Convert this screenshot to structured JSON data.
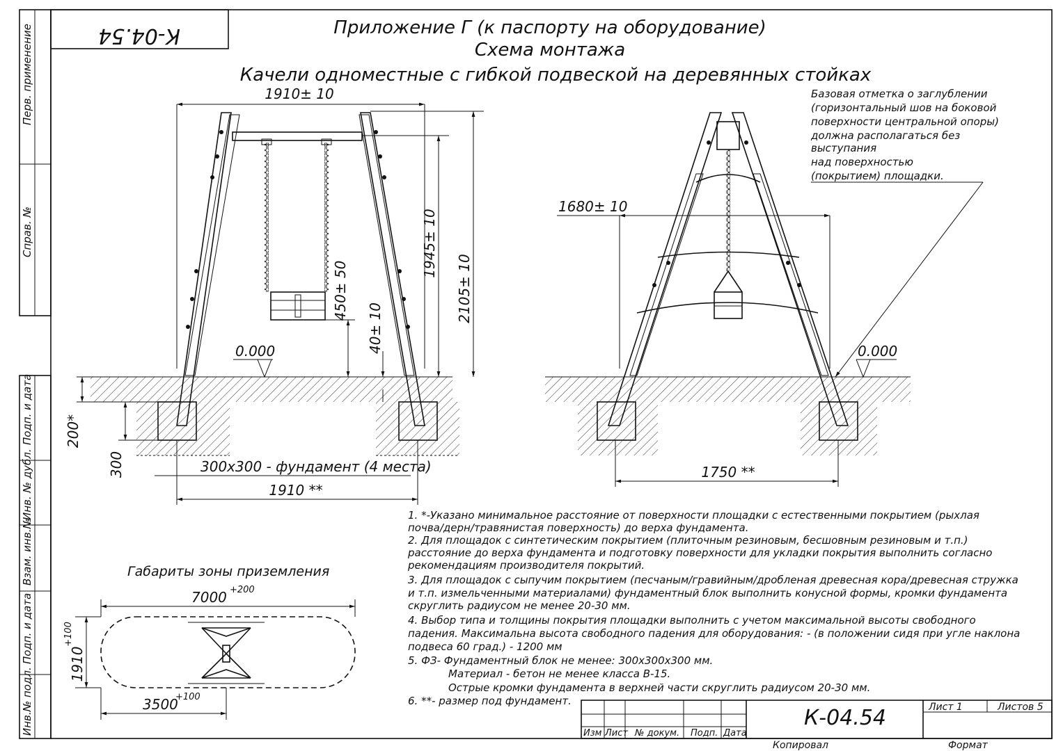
{
  "drawing_code": "К-04.54",
  "title": {
    "line1": "Приложение Г (к паспорту на оборудование)",
    "line2": "Схема монтажа",
    "line3": "Качели одноместные с гибкой подвеской на деревянных стойках"
  },
  "side_stamp": {
    "perv_primenenie": "Перв. применение",
    "sprav_no": "Справ. №",
    "podp_data_1": "Подп. и дата",
    "inv_no_dubl": "Инв. № дубл.",
    "vzam_inv_no": "Взам. инв.№",
    "podp_data_2": "Подп. и дата",
    "inv_no_podl": "Инв.№ подл."
  },
  "front_view": {
    "width_top": "1910± 10",
    "height_beam": "1945± 10",
    "height_total": "2105± 10",
    "seat_height": "450± 50",
    "foundation_top": "40± 10",
    "level_mark": "0.000",
    "depth_min": "200*",
    "depth_found": "300",
    "foundation_label": "300х300 - фундамент (4 места)",
    "width_found": "1910 **"
  },
  "side_view": {
    "width_mid": "1680± 10",
    "level_mark": "0.000",
    "width_found": "1750 **",
    "base_note": [
      "Базовая отметка о заглублении",
      "(горизонтальный шов на боковой",
      "поверхности центральной опоры)",
      "должна располагаться без",
      "выступания",
      "над поверхностью",
      "(покрытием) площадки."
    ]
  },
  "zone": {
    "title": "Габариты зоны приземления",
    "length": "7000",
    "length_tol": "+200",
    "width": "1910",
    "width_tol": "+100",
    "half": "3500",
    "half_tol": "+100"
  },
  "notes": [
    "1. *-Указано минимальное расстояние от поверхности площадки с естественными покрытием (рыхлая",
    "почва/дерн/травянистая поверхность) до верха фундамента.",
    "2. Для площадок с синтетическим покрытием (плиточным резиновым, бесшовным резиновым и т.п.)",
    "расстояние до верха фундамента и подготовку поверхности для укладки покрытия выполнить согласно",
    "рекомендациям производителя покрытий.",
    "3. Для площадок с сыпучим покрытием (песчаным/гравийным/дробленая древесная кора/древесная стружка",
    "и т.п. измельченными материалами) фундаментный блок выполнить конусной формы, кромки фундамента",
    "скруглить радиусом не менее 20-30 мм.",
    "4. Выбор типа и толщины покрытия площадки выполнить с учетом максимальной высоты свободного",
    "падения. Максимальна высота свободного падения для оборудования: - (в положении сидя при угле наклона",
    "подвеса 60 град.) - 1200 мм",
    "5. ФЗ- Фундаментный блок не менее: 300х300х300 мм.",
    "Материал - бетон не менее класса В-15.",
    "Острые кромки фундамента в верхней части скруглить радиусом 20-30 мм.",
    "6. **- размер под фундамент."
  ],
  "title_block": {
    "izm": "Изм",
    "list": "Лист",
    "no_dokum": "№ докум.",
    "podp": "Подп.",
    "data": "Дата",
    "code": "К-04.54",
    "sheet": "Лист 1",
    "sheets": "Листов 5",
    "kopiroval": "Копировал",
    "format": "Формат"
  }
}
